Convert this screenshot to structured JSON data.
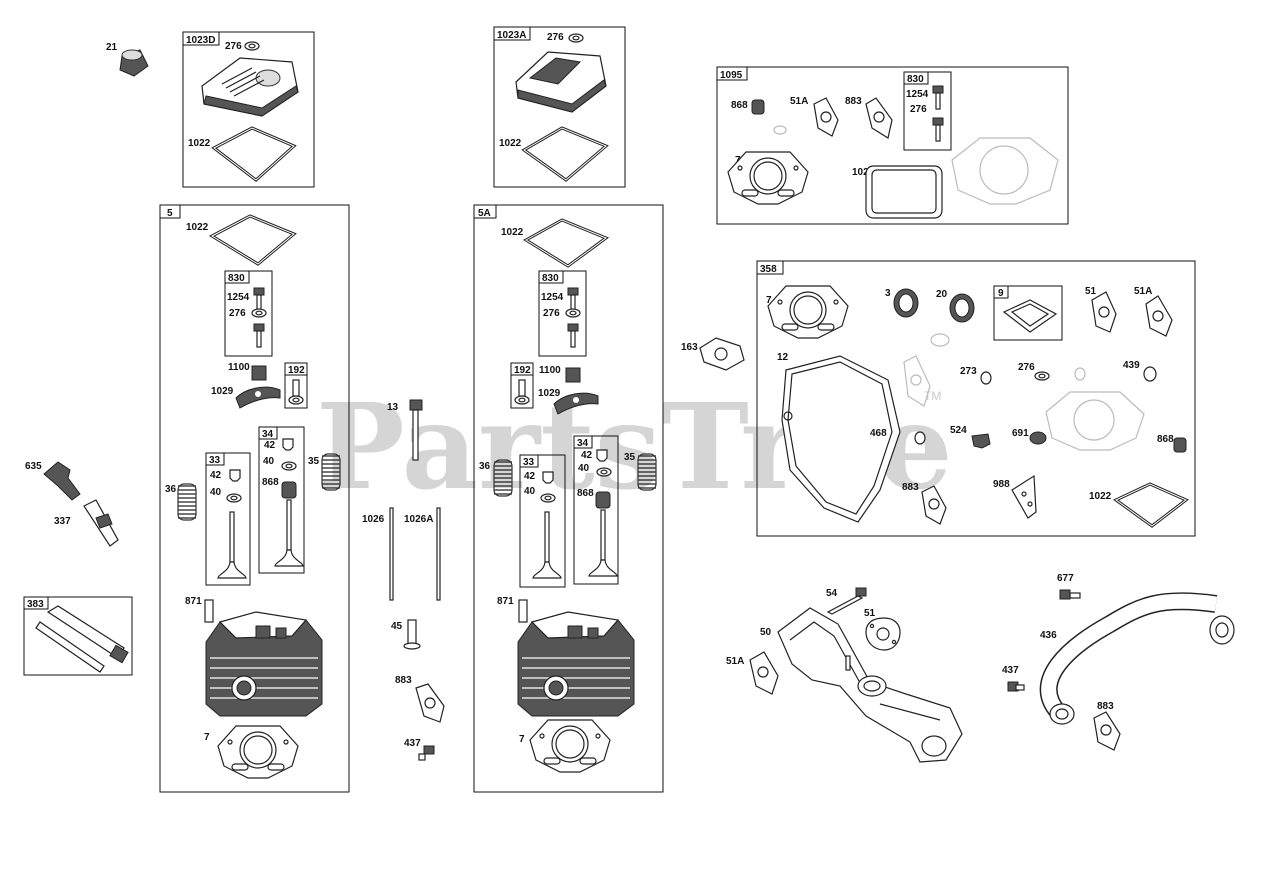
{
  "watermark": {
    "text": "PartsTree",
    "tm": "TM"
  },
  "boxes": {
    "b1023D": "1023D",
    "b1023A": "1023A",
    "b1095": "1095",
    "b5": "5",
    "b5A": "5A",
    "b358": "358",
    "b383": "383",
    "b830a": "830",
    "b830b": "830",
    "b830c": "830",
    "b192a": "192",
    "b192b": "192",
    "b33a": "33",
    "b34a": "34",
    "b33b": "33",
    "b34b": "34",
    "b9": "9"
  },
  "callouts": {
    "c21": "21",
    "c635": "635",
    "c337": "337",
    "d276": "276",
    "d1022": "1022",
    "s5_1022": "1022",
    "s5_1254": "1254",
    "s5_276": "276",
    "s5_1100": "1100",
    "s5_1029": "1029",
    "s5_42": "42",
    "s5_40a": "40",
    "s5_40b": "40",
    "s5_42b": "42",
    "s5_868": "868",
    "s5_36": "36",
    "s5_35": "35",
    "s5_871": "871",
    "s5_7": "7",
    "m13": "13",
    "m1026": "1026",
    "m1026A": "1026A",
    "m45": "45",
    "m883": "883",
    "m437": "437",
    "a276": "276",
    "a1022": "1022",
    "s5A_1022": "1022",
    "s5A_1254": "1254",
    "s5A_276": "276",
    "s5A_1100": "1100",
    "s5A_1029": "1029",
    "s5A_42": "42",
    "s5A_40a": "40",
    "s5A_42b": "42",
    "s5A_40b": "40",
    "s5A_868": "868",
    "s5A_36": "36",
    "s5A_35": "35",
    "s5A_871": "871",
    "s5A_7": "7",
    "k868": "868",
    "k51A": "51A",
    "k883": "883",
    "k1254": "1254",
    "k276": "276",
    "k7": "7",
    "k1022": "1022",
    "c163": "163",
    "g7": "7",
    "g3": "3",
    "g20": "20",
    "g51": "51",
    "g51A": "51A",
    "g12": "12",
    "g273": "273",
    "g276": "276",
    "g439": "439",
    "g468": "468",
    "g524": "524",
    "g691": "691",
    "g868": "868",
    "g883": "883",
    "g988": "988",
    "g1022": "1022",
    "e54": "54",
    "e51": "51",
    "e50": "50",
    "e51A": "51A",
    "x677": "677",
    "x436": "436",
    "x437": "437",
    "x883": "883"
  }
}
